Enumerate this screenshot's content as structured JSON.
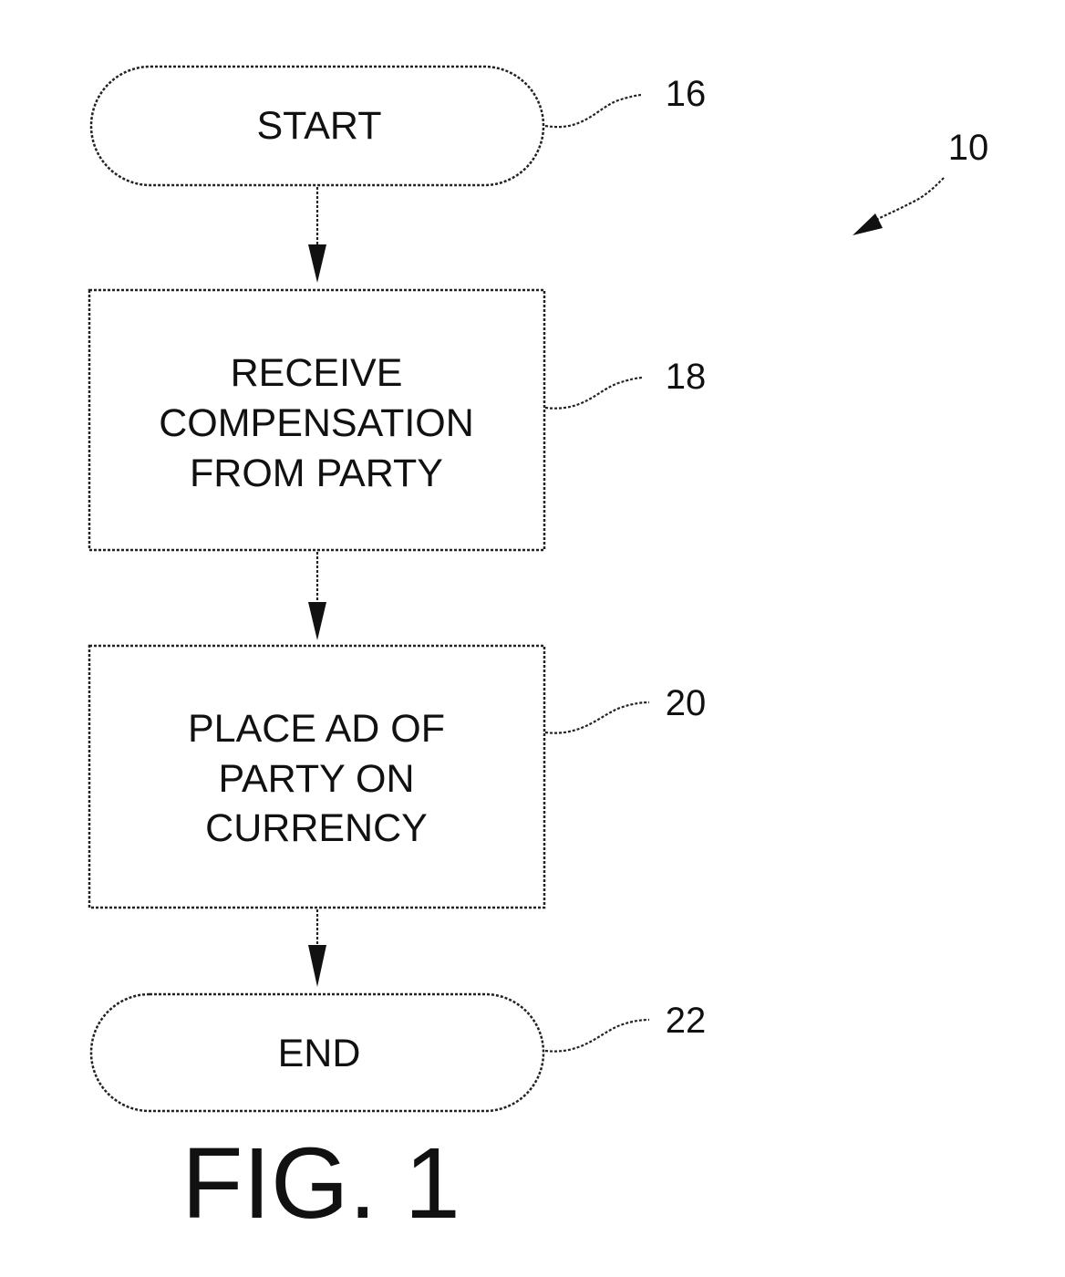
{
  "diagram": {
    "nodes": [
      {
        "id": "start",
        "shape": "terminal",
        "lines": [
          "START"
        ],
        "ref": "16"
      },
      {
        "id": "receive",
        "shape": "process",
        "lines": [
          "RECEIVE",
          "COMPENSATION",
          "FROM PARTY"
        ],
        "ref": "18"
      },
      {
        "id": "place",
        "shape": "process",
        "lines": [
          "PLACE AD OF",
          "PARTY ON",
          "CURRENCY"
        ],
        "ref": "20"
      },
      {
        "id": "end",
        "shape": "terminal",
        "lines": [
          "END"
        ],
        "ref": "22"
      }
    ],
    "edges": [
      {
        "from": "start",
        "to": "receive"
      },
      {
        "from": "receive",
        "to": "place"
      },
      {
        "from": "place",
        "to": "end"
      }
    ],
    "overall_ref": "10",
    "figure_label": "FIG. 1"
  }
}
